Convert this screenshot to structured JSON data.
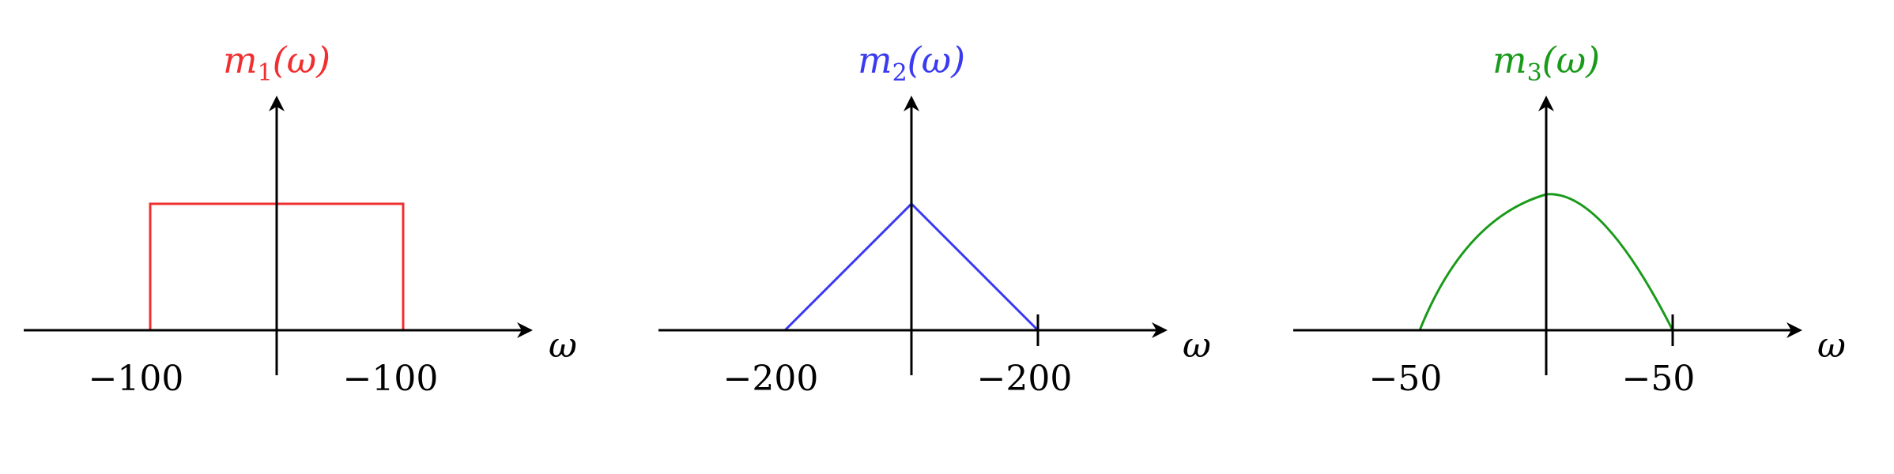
{
  "panels": [
    {
      "title_main": "m",
      "title_sub": "1",
      "title_arg": "(ω)",
      "color": "#f03030",
      "shape": "rectangle",
      "x_axis_label": "ω",
      "tick_labels": [
        "−100",
        "−100"
      ]
    },
    {
      "title_main": "m",
      "title_sub": "2",
      "title_arg": "(ω)",
      "color": "#3a3af0",
      "shape": "triangle",
      "x_axis_label": "ω",
      "tick_labels": [
        "−200",
        "−200"
      ]
    },
    {
      "title_main": "m",
      "title_sub": "3",
      "title_arg": "(ω)",
      "color": "#1a9a1a",
      "shape": "parabola",
      "x_axis_label": "ω",
      "tick_labels": [
        "−50",
        "−50"
      ]
    }
  ],
  "axis_color": "#000000"
}
